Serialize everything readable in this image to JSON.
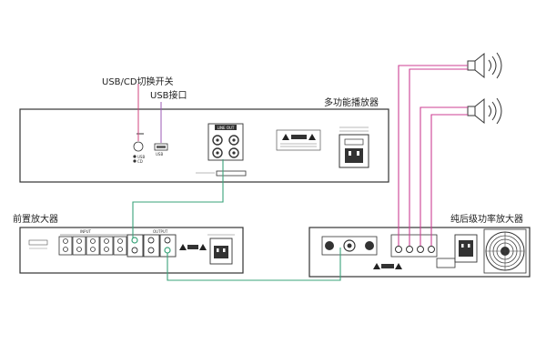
{
  "labels": {
    "usb_cd_switch": "USB/CD切换开关",
    "usb_port": "USB接口",
    "multi_player": "多功能播放器",
    "preamp": "前置放大器",
    "power_amp": "纯后级功率放大器"
  },
  "panel_text": {
    "player_line_out": "LINE OUT",
    "player_usb_jack": "USB",
    "player_usb_mode": "USB",
    "player_cd_mode": "CD",
    "preamp_input": "INPUT",
    "preamp_output": "OUTPUT"
  },
  "colors": {
    "signal_cable": "#3aa37a",
    "speaker_cable": "#cc3f93",
    "callout_usb_cd": "#d0467f",
    "callout_usb": "#9b59b6",
    "device_outline": "#333333"
  },
  "icons": [
    "speaker-icon",
    "warning-icon",
    "power-socket-icon",
    "fan-grille-icon",
    "rca-jack-icon",
    "xlr-jack-icon"
  ]
}
